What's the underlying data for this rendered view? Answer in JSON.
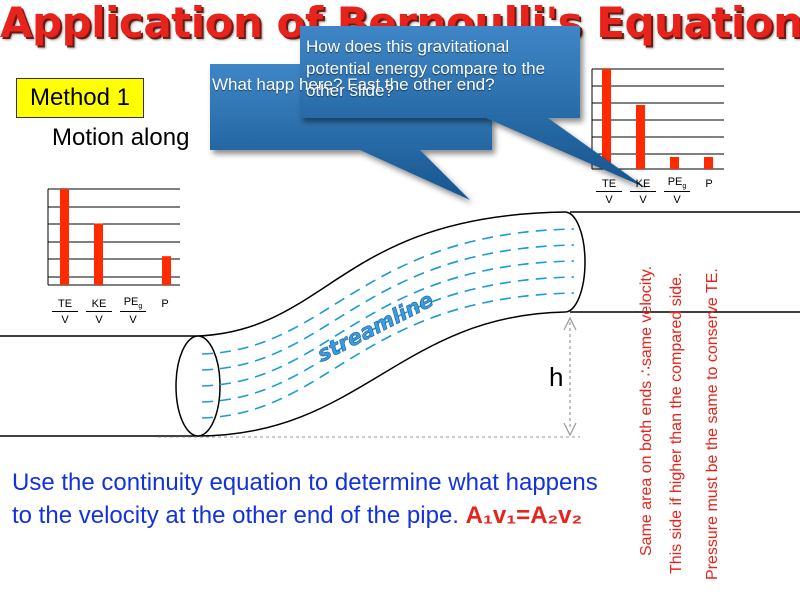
{
  "title": "Application of Bernoulli's Equation",
  "method_label": "Method 1",
  "motion_text": "Motion along",
  "callouts": {
    "back": "What happ here? Fast the other end?",
    "front": "How does this gravitational potential energy compare to the other slide?"
  },
  "pipe": {
    "streamline_label": "streamline",
    "height_label": "h"
  },
  "bar_charts": {
    "categories": [
      {
        "num": "TE",
        "den": "V"
      },
      {
        "num": "KE",
        "den": "V"
      },
      {
        "num": "PE",
        "sub": "g",
        "den": "V"
      },
      {
        "num": "P",
        "den": ""
      }
    ],
    "left_values": [
      5,
      3.2,
      0,
      1.5
    ],
    "right_values": [
      5,
      3.2,
      0.6,
      0.6
    ],
    "max": 5
  },
  "notes": {
    "same_area": "Same area on both ends ∴same velocity.",
    "higher_side": "This side if higher than the compared side.",
    "pressure": "Pressure must be the same to conserve TE."
  },
  "continuity": {
    "text": "Use the continuity equation to determine what happens to the velocity at the other end of the pipe. ",
    "formula": "A₁v₁=A₂v₂"
  },
  "colors": {
    "title": "#e8231b",
    "bars": "#ff2a00",
    "callout": "#1e5f9a",
    "streamline": "#1a9ad6",
    "body_text": "#1432dc"
  }
}
